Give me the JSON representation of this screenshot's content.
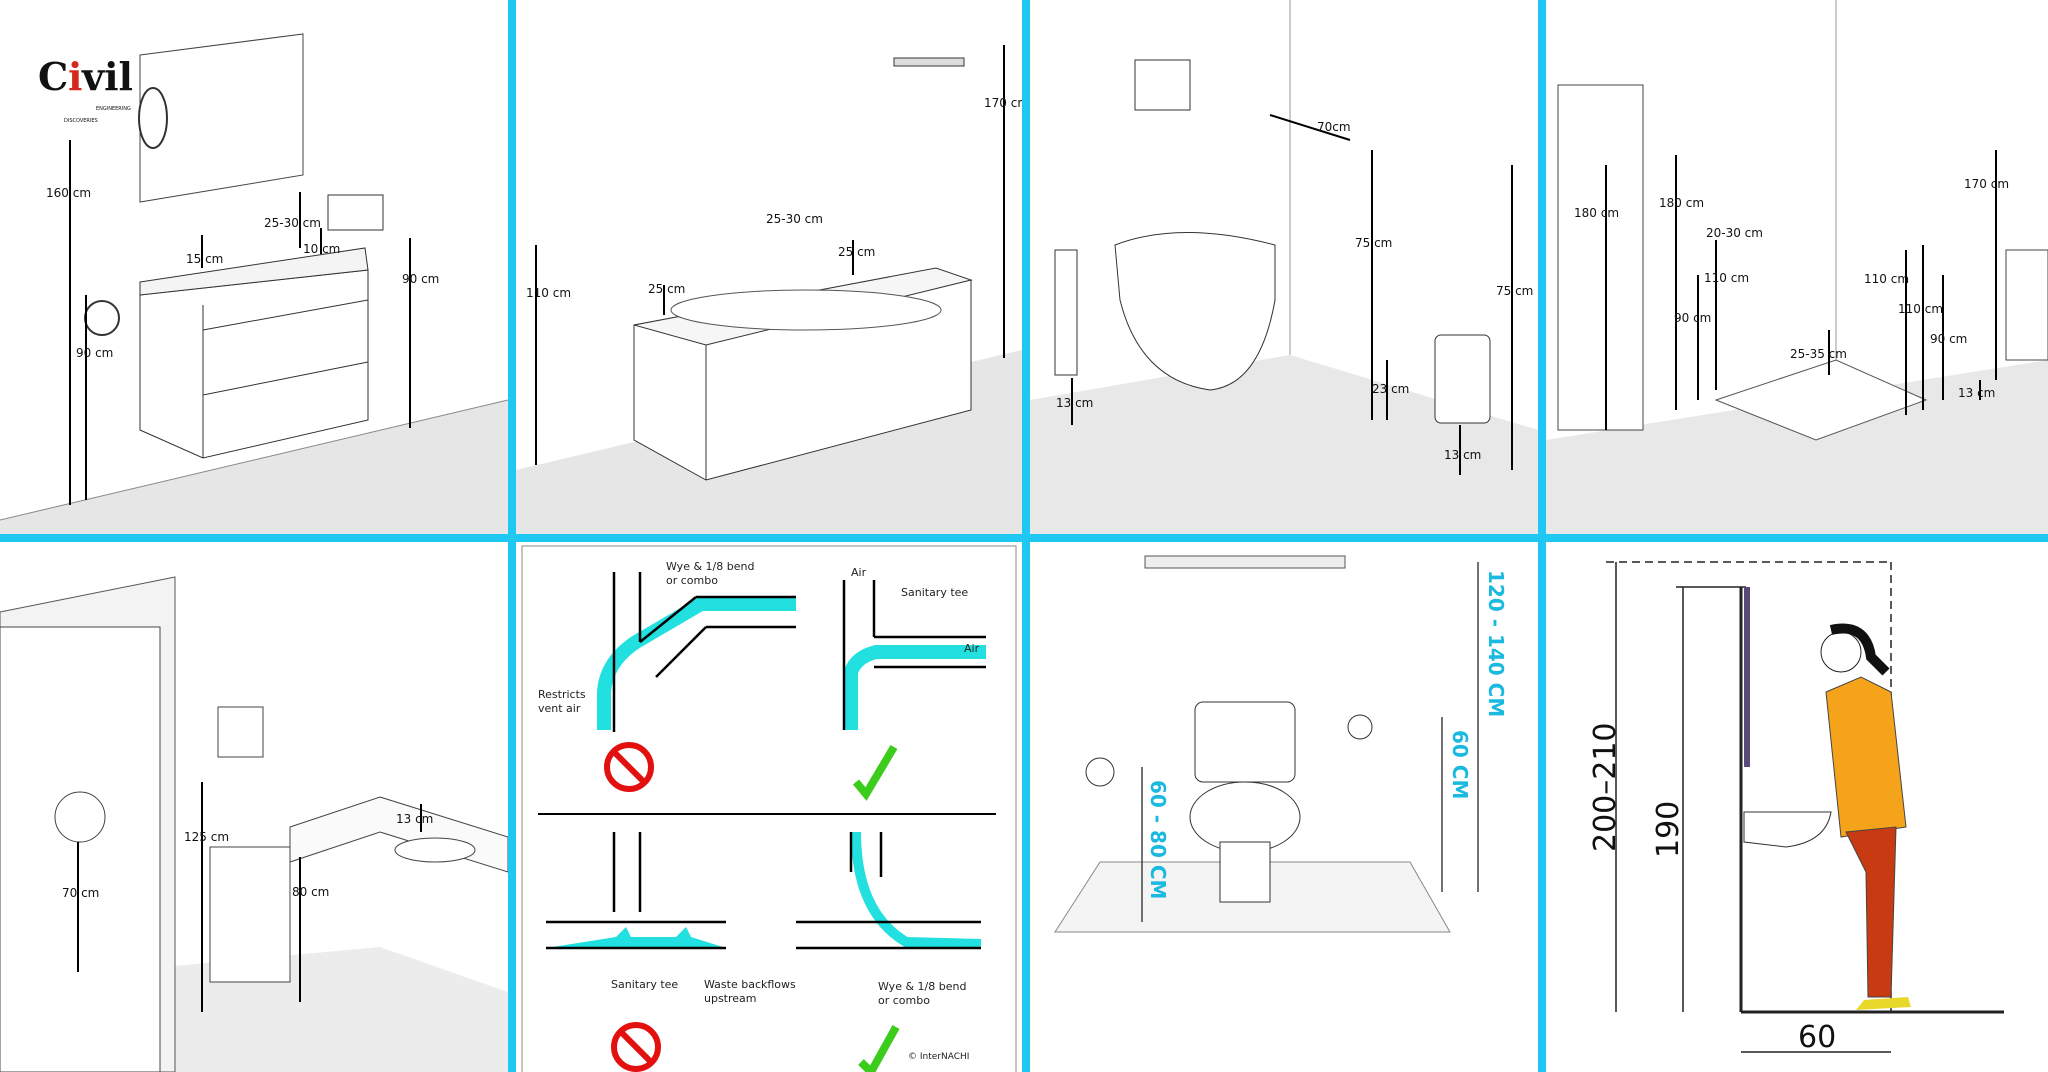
{
  "colors": {
    "frame": "#1ec8f2",
    "water": "#22e0e0",
    "no": "#e31010",
    "yes": "#3ccc1c",
    "dim_cyan": "#19b9e0"
  },
  "logo": {
    "text": "Civil",
    "sub1": "ENGINEERING",
    "sub2": "DISCOVERIES"
  },
  "panels": {
    "vanity": {
      "labels": [
        "160 cm",
        "25-30 cm",
        "15 cm",
        "10 cm",
        "90 cm",
        "90 cm"
      ]
    },
    "bathtub": {
      "labels": [
        "170 cm",
        "110 cm",
        "25-30 cm",
        "25 cm",
        "25 cm"
      ]
    },
    "toilet": {
      "labels": [
        "70cm",
        "75 cm",
        "75 cm",
        "13 cm",
        "23 cm",
        "13 cm"
      ]
    },
    "shower": {
      "labels": [
        "180 cm",
        "180 cm",
        "20-30 cm",
        "110 cm",
        "90 cm",
        "25-35 cm",
        "110 cm",
        "110 cm",
        "90 cm",
        "170 cm",
        "13 cm"
      ]
    },
    "public_washroom": {
      "labels": [
        "125 cm",
        "13 cm",
        "70 cm",
        "80 cm"
      ]
    },
    "plumbing": {
      "top_left": {
        "label1": "Wye & 1/8 bend",
        "label1b": "or combo",
        "label2": "Restricts",
        "label2b": "vent air",
        "verdict": "no-icon"
      },
      "top_right": {
        "air1": "Air",
        "tee": "Sanitary tee",
        "air2": "Air",
        "verdict": "check-icon"
      },
      "bottom_left": {
        "tee": "Sanitary tee",
        "waste": "Waste backflows",
        "waste_b": "upstream",
        "verdict": "no-icon"
      },
      "bottom_right": {
        "label": "Wye & 1/8 bend",
        "label_b": "or combo",
        "verdict": "check-icon"
      },
      "copyright": "© InterNACHI"
    },
    "toilet_sketch": {
      "labels": [
        "120 - 140 CM",
        "60 CM",
        "60 - 80 CM"
      ]
    },
    "mirror_person": {
      "labels": [
        "200–210",
        "190",
        "60"
      ]
    }
  }
}
